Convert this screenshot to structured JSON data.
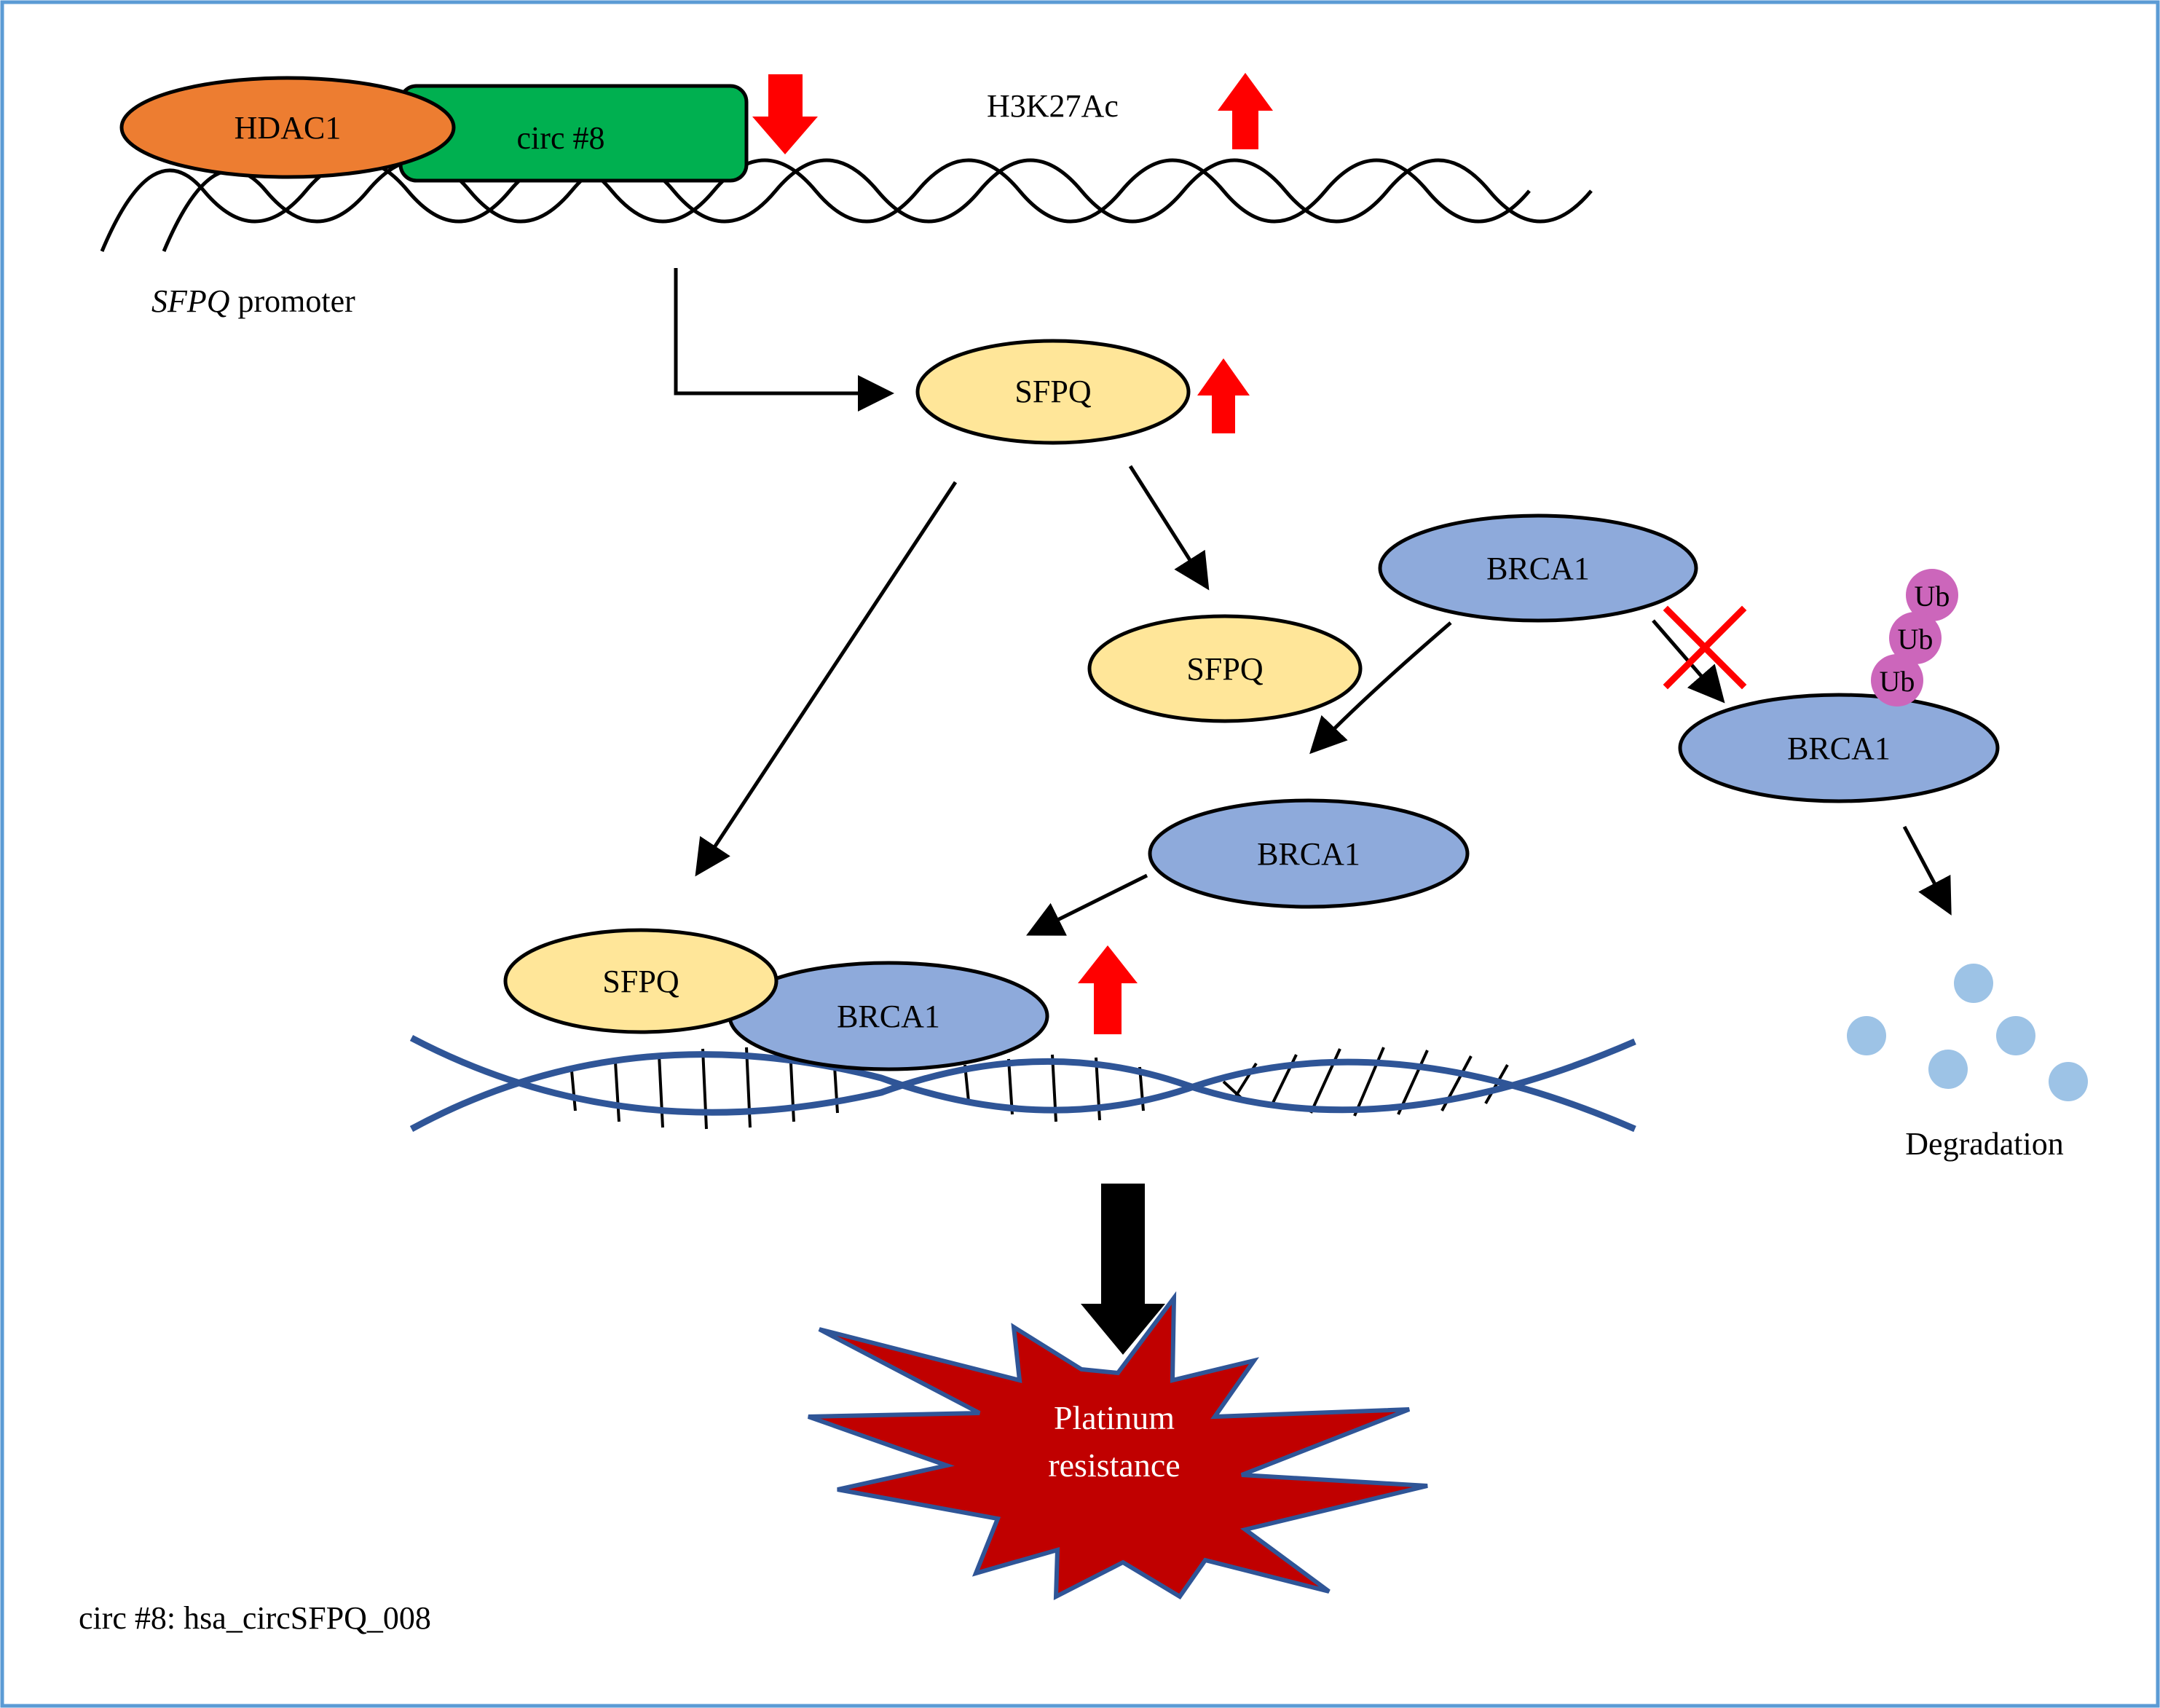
{
  "promoter": {
    "hdac1": "HDAC1",
    "circ": "circ #8",
    "h3k27ac": "H3K27Ac",
    "gene_italic": "SFPQ",
    "gene_suffix": " promoter"
  },
  "proteins": {
    "sfpq_top": "SFPQ",
    "sfpq_mid": "SFPQ",
    "brca1_top": "BRCA1",
    "brca1_ub": "BRCA1",
    "brca1_mid": "BRCA1",
    "sfpq_complex": "SFPQ",
    "brca1_complex": "BRCA1"
  },
  "ubiquitin": [
    "Ub",
    "Ub",
    "Ub"
  ],
  "degradation": "Degradation",
  "outcome": {
    "line1": "Platinum",
    "line2": "resistance"
  },
  "footnote": "circ #8: hsa_circSFPQ_008",
  "colors": {
    "border": "#5b9bd5",
    "hdac1": "#ed7d31",
    "circ": "#00b050",
    "sfpq": "#ffe699",
    "brca1": "#8eaadb",
    "ubiquitin": "#cc66bb",
    "dna_blue": "#2f5597",
    "up_down_arrow": "#ff0000",
    "burst_fill": "#c00000",
    "burst_stroke": "#2f5597",
    "fragments": "#9dc3e6"
  }
}
